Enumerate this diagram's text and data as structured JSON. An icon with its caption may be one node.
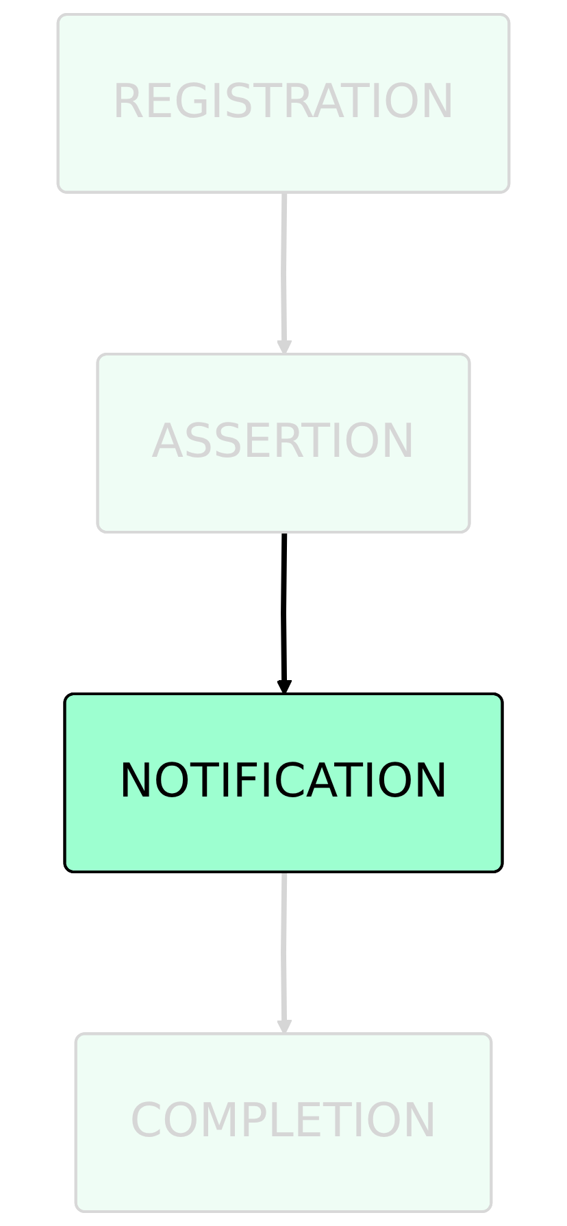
{
  "diagram": {
    "nodes": [
      {
        "text": [
          "REGISTRATION"
        ]
      },
      {
        "text": [
          "ASSERTION"
        ]
      },
      {
        "text": [
          "NOTIFICATION"
        ]
      },
      {
        "text": [
          "COMPLETION"
        ]
      }
    ],
    "edges": [
      {
        "from": 0,
        "to": 1,
        "arrow": "to"
      },
      {
        "from": 1,
        "to": 2,
        "arrow": "to",
        "color": "#000000"
      },
      {
        "from": 2,
        "to": 3,
        "arrow": "to"
      }
    ]
  }
}
